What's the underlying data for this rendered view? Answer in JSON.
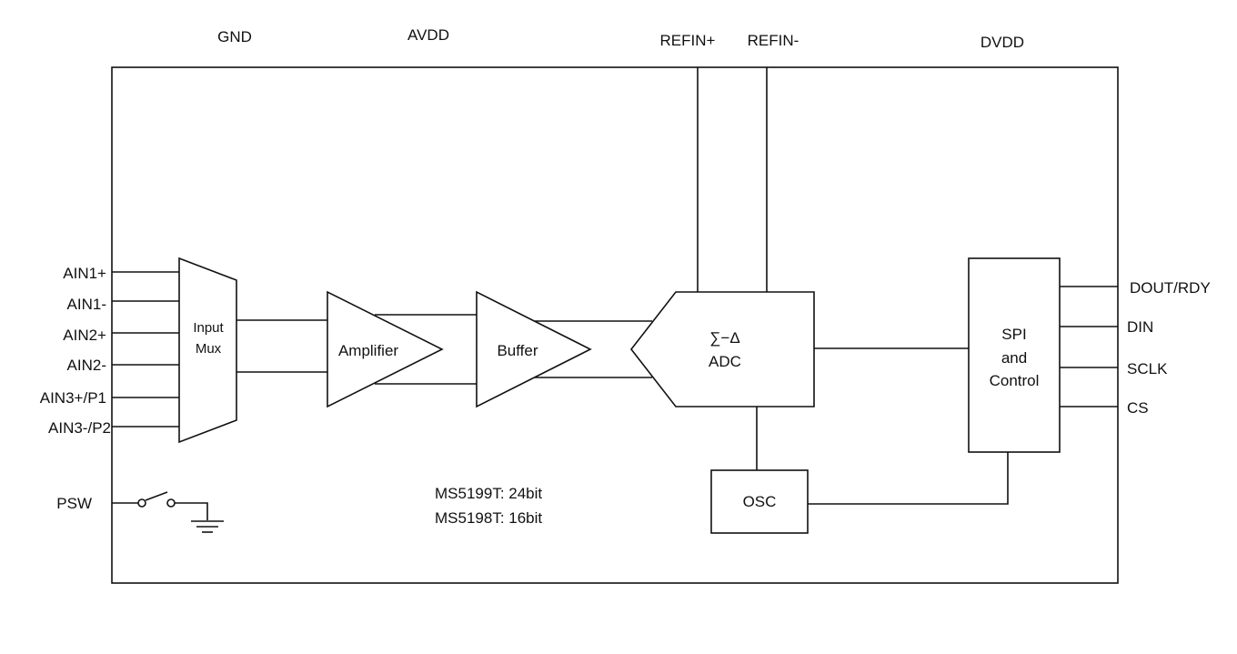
{
  "top_pins": {
    "gnd": "GND",
    "avdd": "AVDD",
    "refin_plus": "REFIN+",
    "refin_minus": "REFIN-",
    "dvdd": "DVDD"
  },
  "left_pins": {
    "ain1p": "AIN1+",
    "ain1m": "AIN1-",
    "ain2p": "AIN2+",
    "ain2m": "AIN2-",
    "ain3p": "AIN3+/P1",
    "ain3m": "AIN3-/P2",
    "psw": "PSW"
  },
  "right_pins": {
    "dout": "DOUT/RDY",
    "din": "DIN",
    "sclk": "SCLK",
    "cs": "CS"
  },
  "blocks": {
    "mux_line1": "Input",
    "mux_line2": "Mux",
    "amplifier": "Amplifier",
    "buffer": "Buffer",
    "adc_line1": "∑−Δ",
    "adc_line2": "ADC",
    "osc": "OSC",
    "spi_line1": "SPI",
    "spi_line2": "and",
    "spi_line3": "Control"
  },
  "notes": {
    "line1": "MS5199T: 24bit",
    "line2": "MS5198T: 16bit"
  }
}
